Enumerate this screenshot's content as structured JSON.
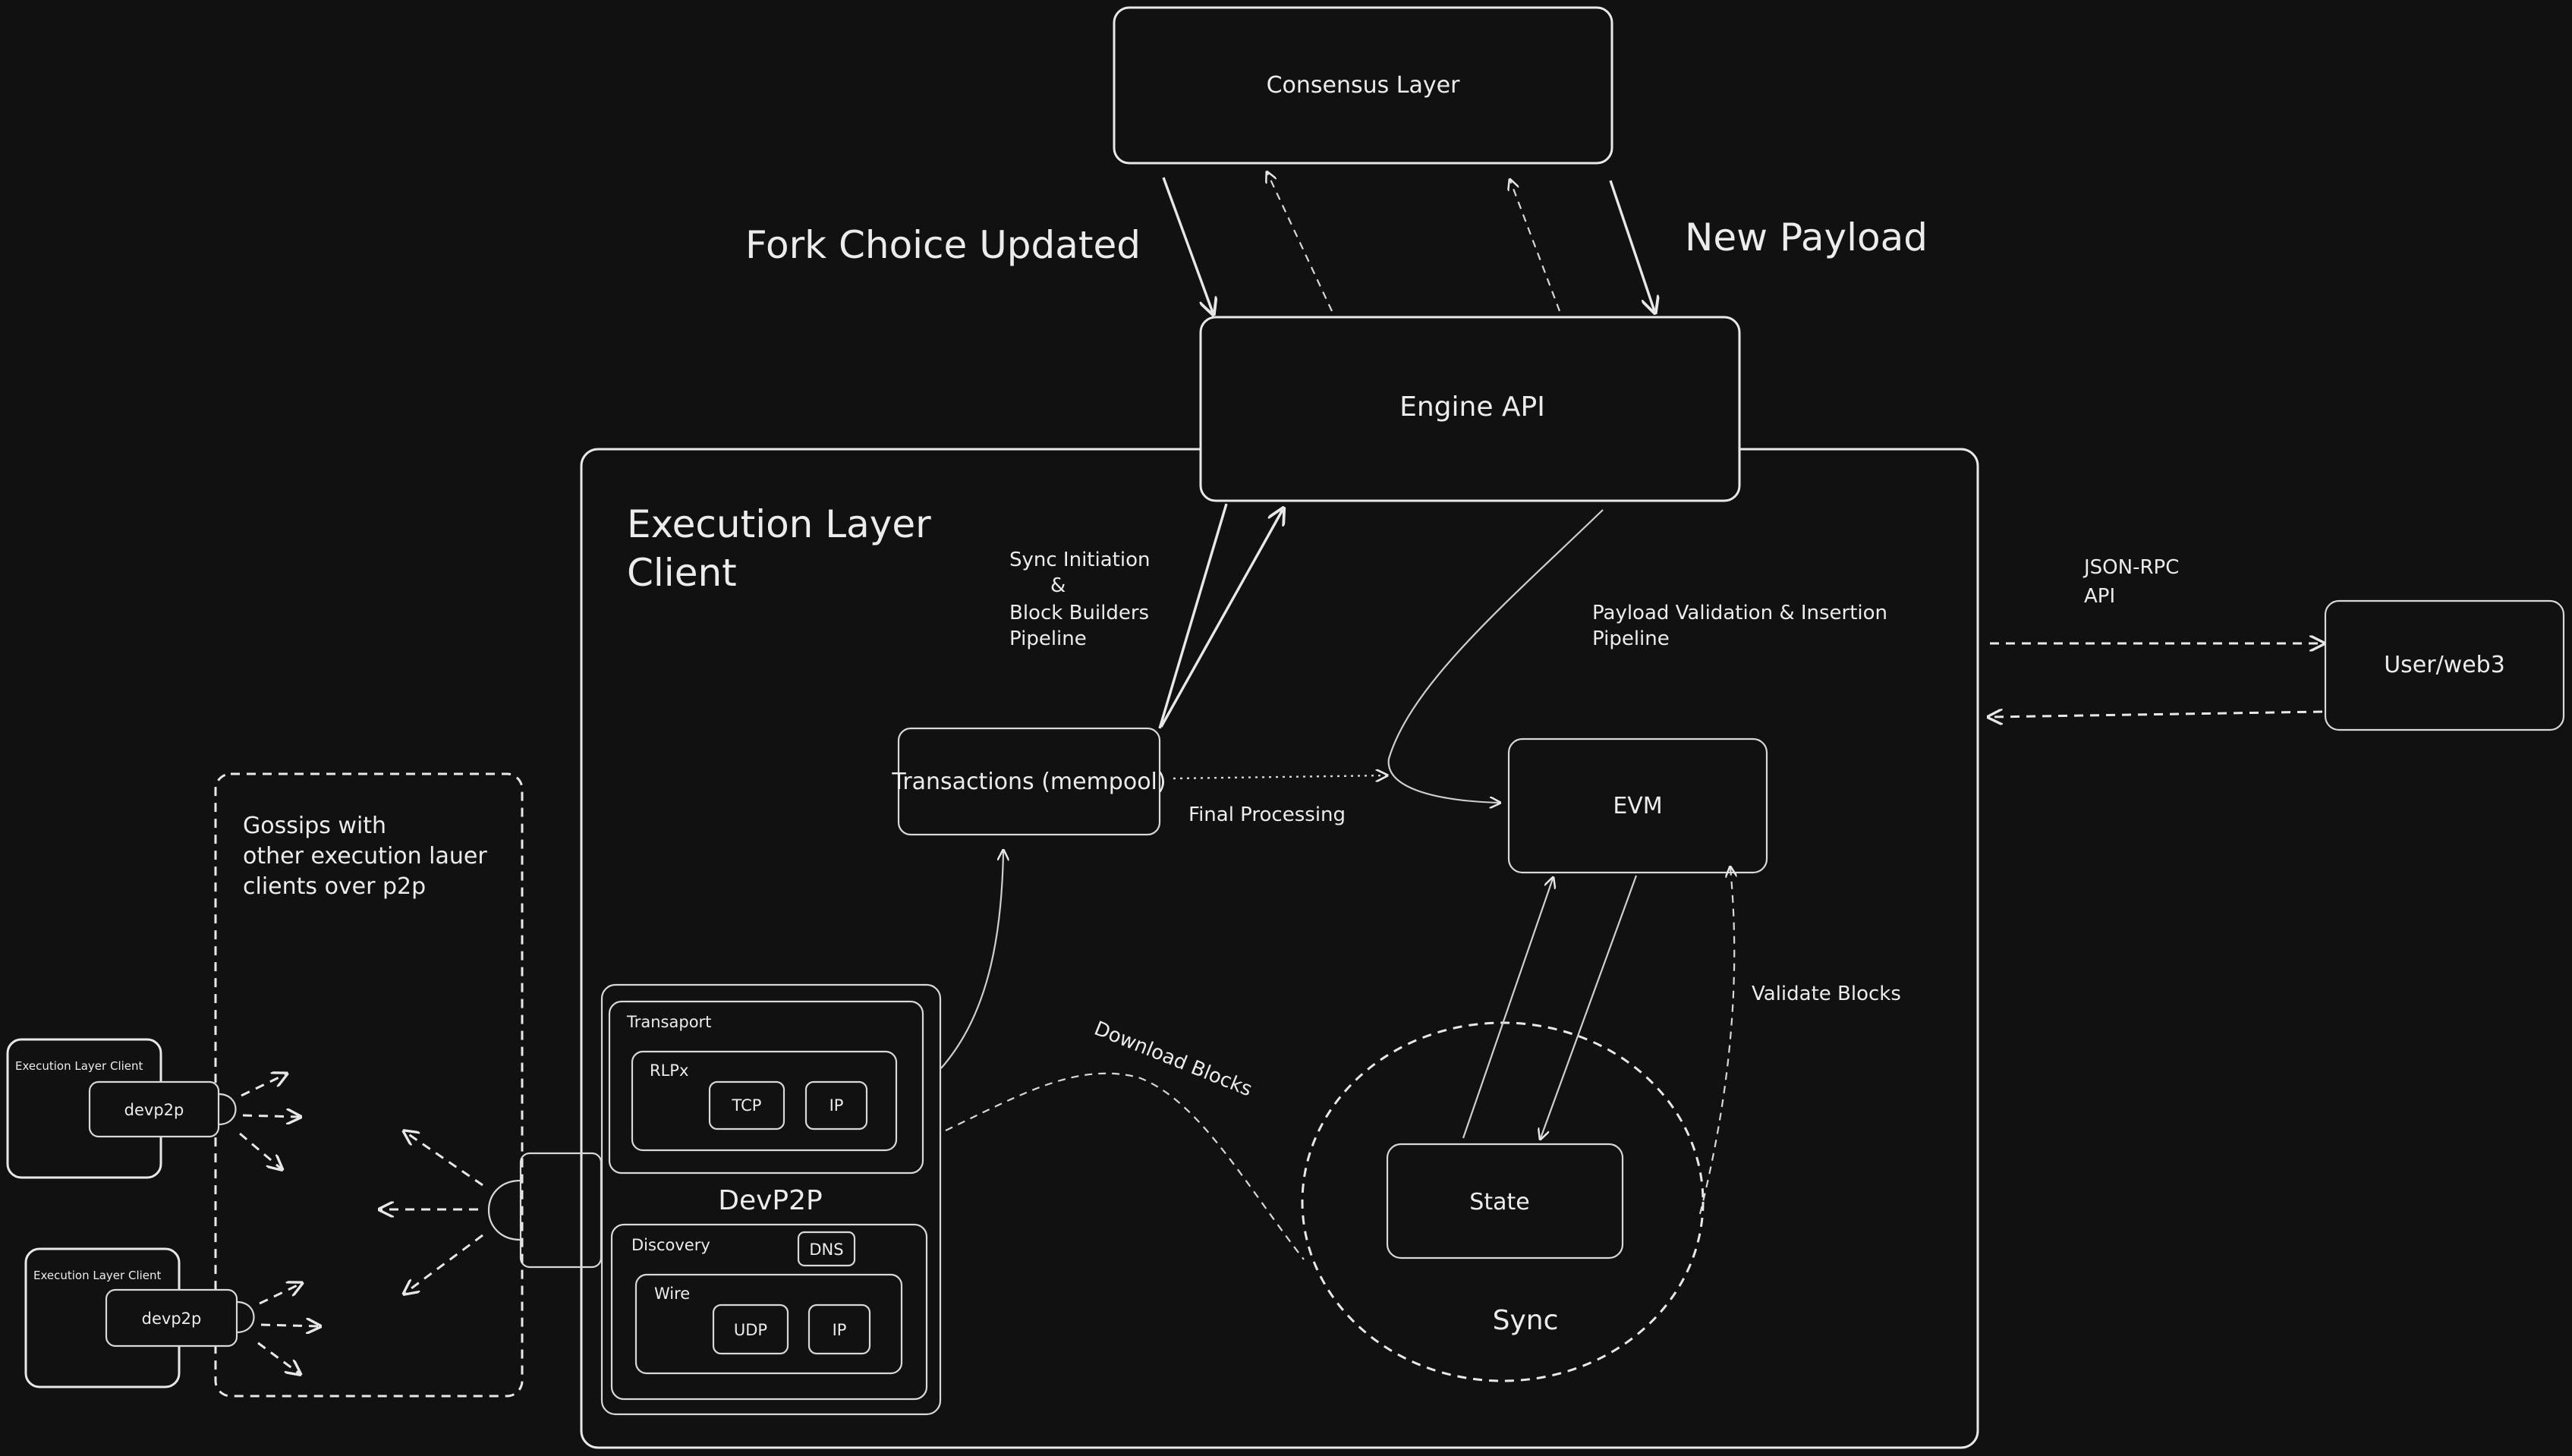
{
  "colors": {
    "background": "#111112",
    "stroke": "#e8e8e8",
    "text": "#ececec"
  },
  "labels": {
    "consensus_layer": "Consensus Layer",
    "fork_choice_updated": "Fork Choice Updated",
    "new_payload": "New Payload",
    "engine_api": "Engine API",
    "execution_layer_client_line1": "Execution Layer",
    "execution_layer_client_line2": "Client",
    "sync_initiation_line1": "Sync Initiation",
    "sync_initiation_line2": "&",
    "sync_initiation_line3": "Block Builders",
    "sync_initiation_line4": "Pipeline",
    "payload_validation_line1": "Payload Validation & Insertion",
    "payload_validation_line2": "Pipeline",
    "json_rpc_line1": "JSON-RPC",
    "json_rpc_line2": "API",
    "user_web3": "User/web3",
    "transactions": "Transactions (mempool)",
    "final_processing": "Final Processing",
    "evm": "EVM",
    "validate_blocks": "Validate Blocks",
    "download_blocks": "Download Blocks",
    "state": "State",
    "sync": "Sync",
    "gossip_line1": "Gossips with",
    "gossip_line2": "other execution lauer",
    "gossip_line3": "clients over p2p",
    "peer_client_title": "Execution Layer Client",
    "peer_devp2p": "devp2p",
    "transport": "Transaport",
    "rlpx": "RLPx",
    "tcp": "TCP",
    "ip": "IP",
    "devp2p": "DevP2P",
    "discovery": "Discovery",
    "dns": "DNS",
    "wire": "Wire",
    "udp": "UDP"
  }
}
